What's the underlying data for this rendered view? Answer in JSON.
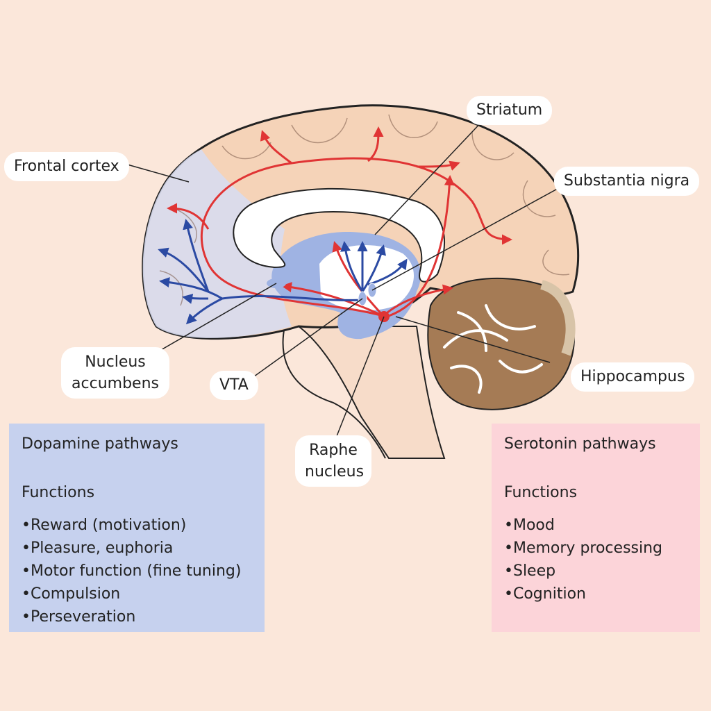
{
  "labels": {
    "frontal_cortex": "Frontal cortex",
    "striatum": "Striatum",
    "substantia_nigra": "Substantia nigra",
    "nucleus_accumbens": "Nucleus accumbens",
    "vta": "VTA",
    "hippocampus": "Hippocampus",
    "raphe_nucleus": "Raphe nucleus"
  },
  "legend": {
    "dopamine": {
      "title": "Dopamine pathways",
      "color": "#2b4aa3",
      "functions_heading": "Functions",
      "functions": [
        "Reward (motivation)",
        "Pleasure, euphoria",
        "Motor function (fine tuning)",
        "Compulsion",
        "Perseveration"
      ]
    },
    "serotonin": {
      "title": "Serotonin pathways",
      "color": "#e03434",
      "functions_heading": "Functions",
      "functions": [
        "Mood",
        "Memory processing",
        "Sleep",
        "Cognition"
      ]
    }
  },
  "colors": {
    "background": "#fbe7da",
    "cortex": "#f5d3b8",
    "frontal_region": "#d8dbf0",
    "subcortical": "#9fb3e3",
    "cerebellum": "#a57b55"
  }
}
